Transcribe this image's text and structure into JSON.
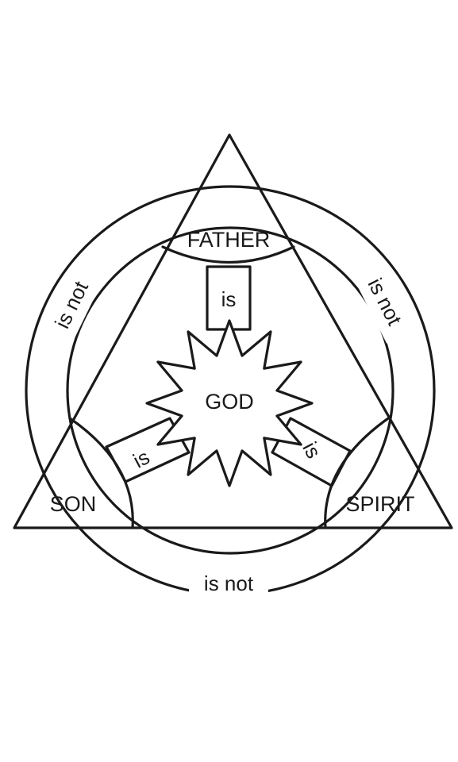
{
  "nodes": {
    "father": "FATHER",
    "son": "SON",
    "spirit": "SPIRIT",
    "god": "GOD"
  },
  "relations": {
    "father_god": "is",
    "son_god": "is",
    "spirit_god": "is",
    "father_son": "is not",
    "father_spirit": "is not",
    "son_spirit": "is not"
  },
  "colors": {
    "line": "#1a1a1a",
    "background": "#ffffff"
  }
}
